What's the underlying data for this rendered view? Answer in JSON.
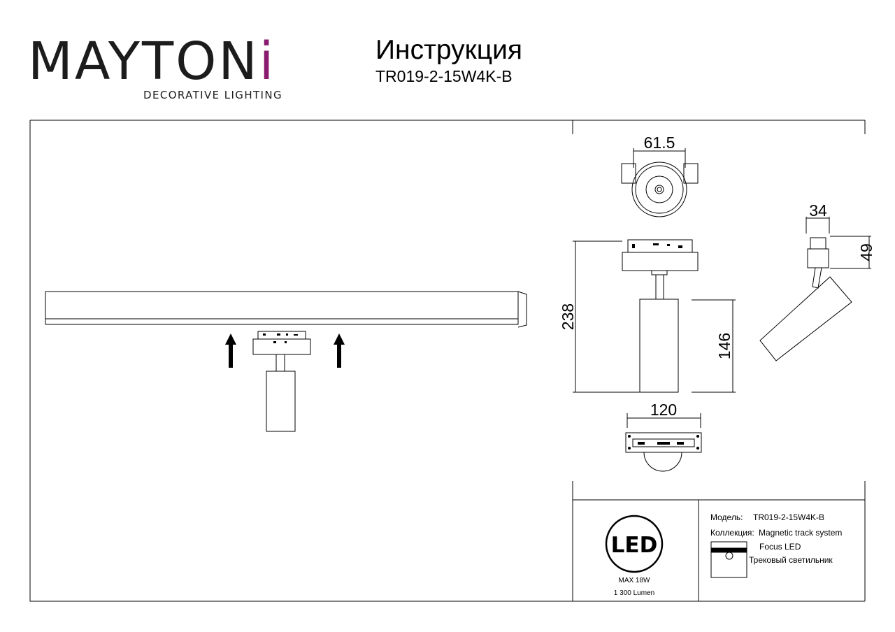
{
  "brand": {
    "name_prefix": "M",
    "name_rest": "AYTON",
    "name_accent_letter": "i",
    "subtitle": "DECORATIVE LIGHTING",
    "accent_color": "#8a1a6e"
  },
  "document": {
    "title": "Инструкция",
    "model": "TR019-2-15W4K-B"
  },
  "dimensions": {
    "top_diameter": "61.5",
    "side_width": "34",
    "side_height": "49",
    "total_height": "238",
    "body_height": "146",
    "base_width": "120"
  },
  "spec": {
    "led_logo": "LED",
    "power": "MAX 18W",
    "lumen": "1 300 Lumen"
  },
  "info": {
    "model_label": "Модель:",
    "model_value": "TR019-2-15W4K-B",
    "collection_label": "Коллекция:",
    "collection_value": "Magnetic track system",
    "series": "Focus LED",
    "type": "Трековый светильник"
  }
}
